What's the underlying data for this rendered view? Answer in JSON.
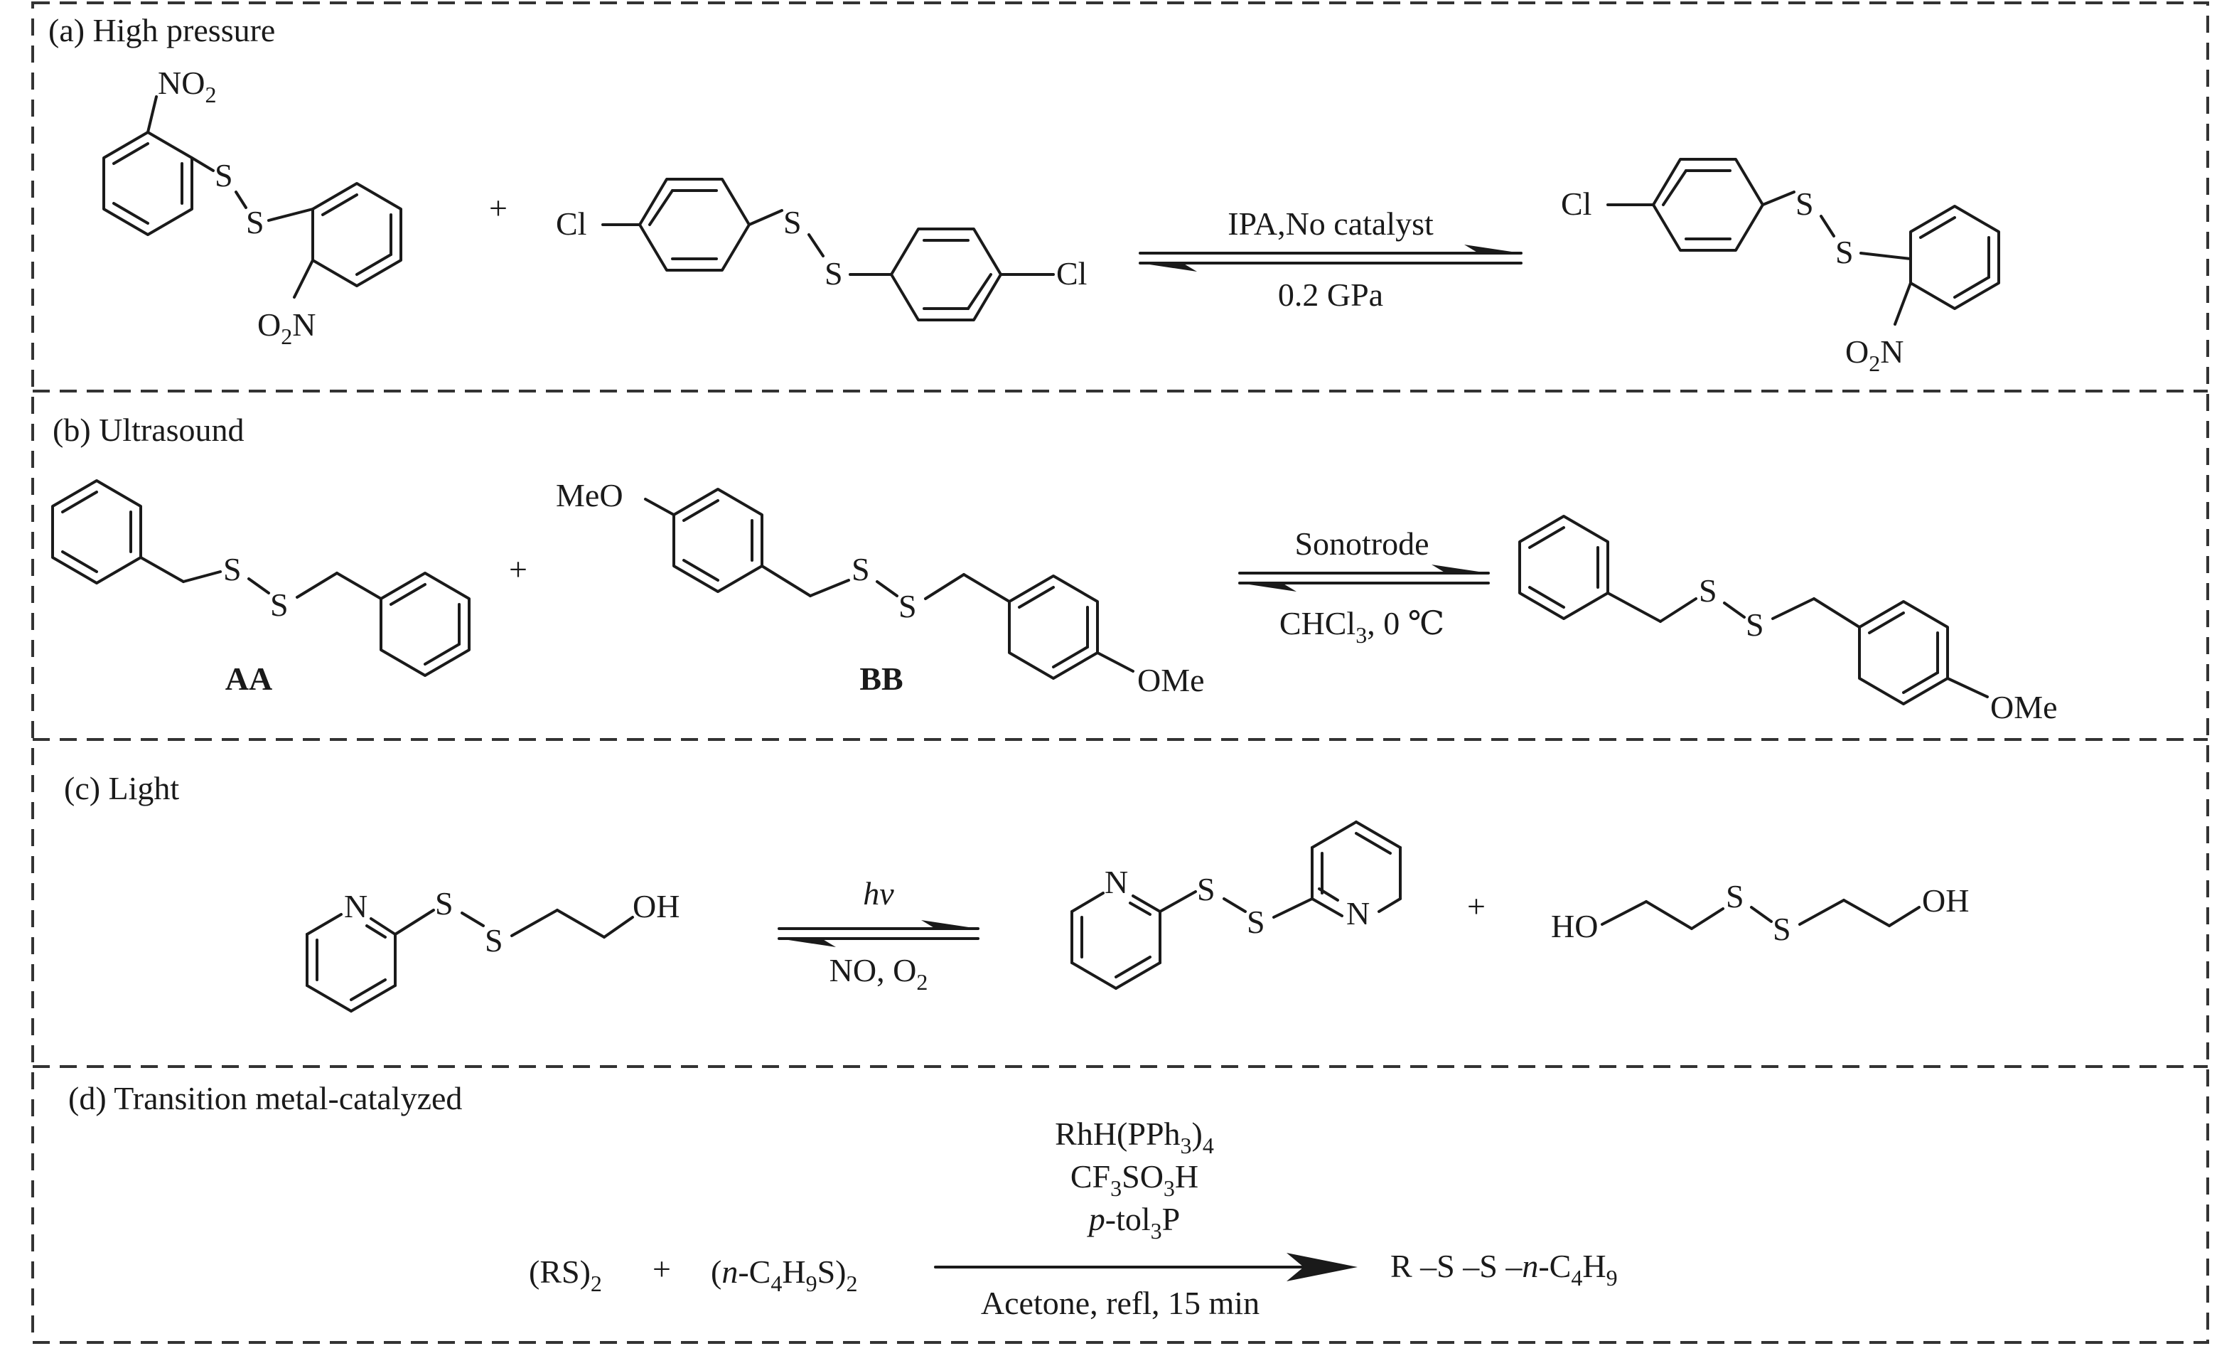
{
  "panels": {
    "a": {
      "title": "(a) High pressure",
      "conditions_top": "IPA,No catalyst",
      "conditions_bottom": "0.2 GPa",
      "plus": "+",
      "labels": {
        "no2": "NO",
        "o2n": "O",
        "n": "N",
        "cl": "Cl",
        "s": "S",
        "sub2": "2"
      }
    },
    "b": {
      "title": "(b) Ultrasound",
      "conditions_top": "Sonotrode",
      "conditions_bottom_main": "CHCl",
      "conditions_bottom_sub": "3",
      "conditions_bottom_rest": ", 0 ℃",
      "compound_1": "AA",
      "compound_2": "BB",
      "plus": "+",
      "labels": {
        "meo": "MeO",
        "ome": "OMe",
        "s": "S"
      }
    },
    "c": {
      "title": "(c) Light",
      "conditions_top": "hν",
      "conditions_bottom_main": "NO, O",
      "conditions_bottom_sub": "2",
      "plus": "+",
      "labels": {
        "n": "N",
        "s": "S",
        "oh": "OH",
        "ho": "HO"
      }
    },
    "d": {
      "title": "(d) Transition metal-catalyzed",
      "reactant_1_main": "(RS)",
      "reactant_1_sub": "2",
      "plus": "+",
      "reactant_2_a": "(",
      "reactant_2_n": "n",
      "reactant_2_b": "-C",
      "reactant_2_sub1": "4",
      "reactant_2_c": "H",
      "reactant_2_sub2": "9",
      "reactant_2_d": "S)",
      "reactant_2_sub3": "2",
      "reagent_1_a": "RhH(PPh",
      "reagent_1_sub1": "3",
      "reagent_1_b": ")",
      "reagent_1_sub2": "4",
      "reagent_2_a": "CF",
      "reagent_2_sub1": "3",
      "reagent_2_b": "SO",
      "reagent_2_sub2": "3",
      "reagent_2_c": "H",
      "reagent_3_p": "p",
      "reagent_3_a": "-tol",
      "reagent_3_sub": "3",
      "reagent_3_b": "P",
      "conditions_bottom": "Acetone, refl, 15 min",
      "product_a": "R –S –S –",
      "product_n": "n",
      "product_b": "-C",
      "product_sub1": "4",
      "product_c": "H",
      "product_sub2": "9"
    }
  }
}
